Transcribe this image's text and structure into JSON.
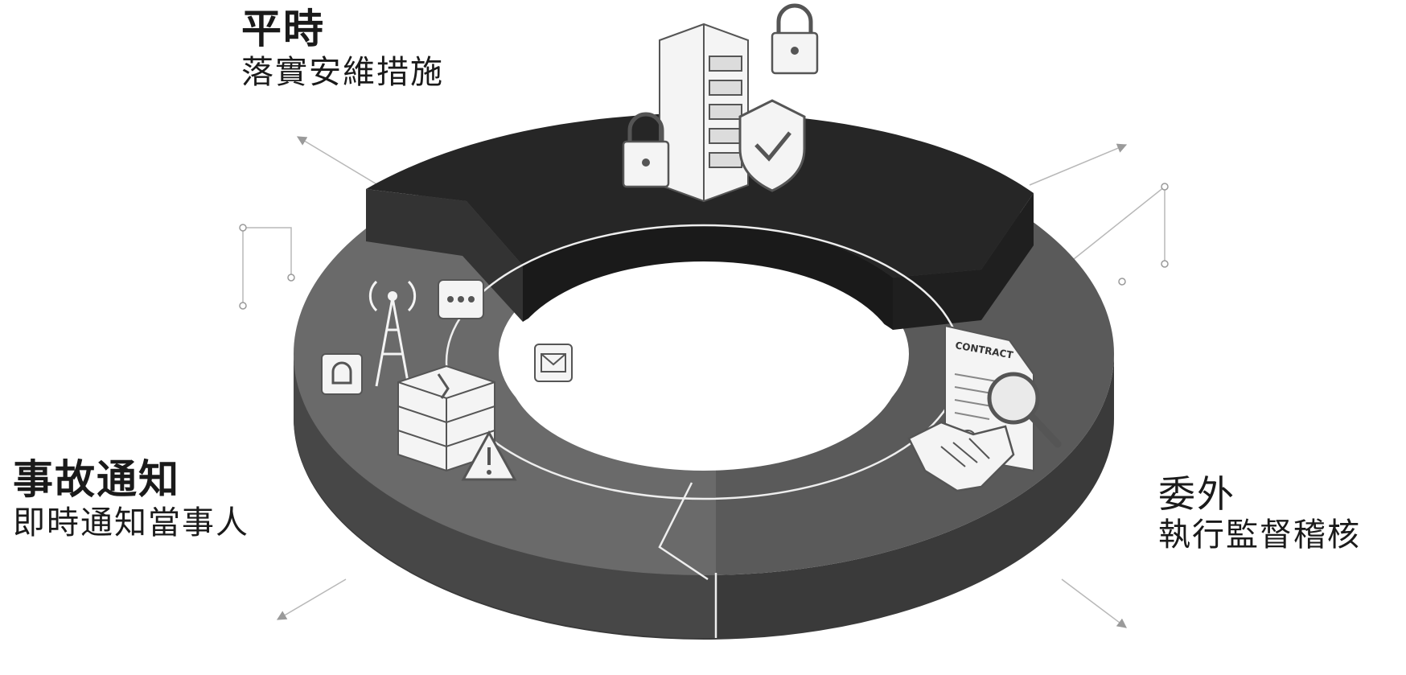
{
  "stages": {
    "routine": {
      "title": "平時",
      "subtitle": "落實安維措施"
    },
    "incident": {
      "title": "事故通知",
      "subtitle": "即時通知當事人"
    },
    "outsourcing": {
      "title": "委外",
      "subtitle": "執行監督稽核"
    }
  },
  "icons": [
    "server-rack-icon",
    "padlock-icon",
    "shield-check-icon",
    "antenna-icon",
    "chat-bubble-icon",
    "bell-icon",
    "mail-icon",
    "broken-server-icon",
    "warning-icon",
    "contract-document-icon",
    "magnifier-icon",
    "handshake-icon"
  ],
  "contract_text": "CONTRACT",
  "colors": {
    "ring_dark": "#2a2a2a",
    "ring_mid": "#4f4f4f",
    "ring_light": "#7a7a7a",
    "line": "#f2f2f2"
  }
}
